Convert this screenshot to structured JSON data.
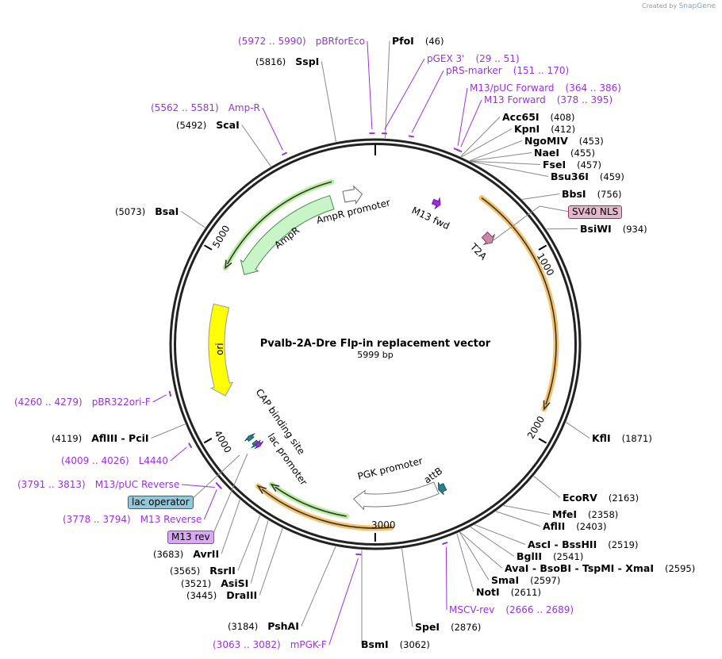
{
  "credit": {
    "prefix": "Created by",
    "brand": "SnapGene"
  },
  "map": {
    "title": "Pvalb-2A-Dre Flp-in replacement vector",
    "length_label": "5999 bp",
    "length": 5999
  },
  "ticks": [
    "1000",
    "2000",
    "3000",
    "4000",
    "5000"
  ],
  "enzymes": [
    {
      "name": "PfoI",
      "pos": "(46)",
      "bp": 46
    },
    {
      "name": "SspI",
      "pos": "(5816)",
      "bp": 5816
    },
    {
      "name": "ScaI",
      "pos": "(5492)",
      "bp": 5492
    },
    {
      "name": "BsaI",
      "pos": "(5073)",
      "bp": 5073
    },
    {
      "name": "Acc65I",
      "pos": "(408)",
      "bp": 408
    },
    {
      "name": "KpnI",
      "pos": "(412)",
      "bp": 412
    },
    {
      "name": "NgoMIV",
      "pos": "(453)",
      "bp": 453
    },
    {
      "name": "NaeI",
      "pos": "(455)",
      "bp": 455
    },
    {
      "name": "FseI",
      "pos": "(457)",
      "bp": 457
    },
    {
      "name": "Bsu36I",
      "pos": "(459)",
      "bp": 459
    },
    {
      "name": "BbsI",
      "pos": "(756)",
      "bp": 756
    },
    {
      "name": "BsiWI",
      "pos": "(934)",
      "bp": 934
    },
    {
      "name": "KflI",
      "pos": "(1871)",
      "bp": 1871
    },
    {
      "name": "EcoRV",
      "pos": "(2163)",
      "bp": 2163
    },
    {
      "name": "MfeI",
      "pos": "(2358)",
      "bp": 2358
    },
    {
      "name": "AflII",
      "pos": "(2403)",
      "bp": 2403
    },
    {
      "name": "AscI - BssHII",
      "pos": "(2519)",
      "bp": 2519
    },
    {
      "name": "BglII",
      "pos": "(2541)",
      "bp": 2541
    },
    {
      "name": "AvaI - BsoBI - TspMI - XmaI",
      "pos": "(2595)",
      "bp": 2595
    },
    {
      "name": "SmaI",
      "pos": "(2597)",
      "bp": 2597
    },
    {
      "name": "NotI",
      "pos": "(2611)",
      "bp": 2611
    },
    {
      "name": "SpeI",
      "pos": "(2876)",
      "bp": 2876
    },
    {
      "name": "BsmI",
      "pos": "(3062)",
      "bp": 3062
    },
    {
      "name": "PshAI",
      "pos": "(3184)",
      "bp": 3184
    },
    {
      "name": "DraIII",
      "pos": "(3445)",
      "bp": 3445
    },
    {
      "name": "AsiSI",
      "pos": "(3521)",
      "bp": 3521
    },
    {
      "name": "RsrII",
      "pos": "(3565)",
      "bp": 3565
    },
    {
      "name": "AvrII",
      "pos": "(3683)",
      "bp": 3683
    },
    {
      "name": "AflIII - PciI",
      "pos": "(4119)",
      "bp": 4119
    }
  ],
  "primers": [
    {
      "name": "pBRforEco",
      "range": "(5972 .. 5990)",
      "start": 5972,
      "end": 5990
    },
    {
      "name": "pGEX 3'",
      "range": "(29 .. 51)",
      "start": 29,
      "end": 51
    },
    {
      "name": "pRS-marker",
      "range": "(151 .. 170)",
      "start": 151,
      "end": 170
    },
    {
      "name": "M13/pUC Forward",
      "range": "(364 .. 386)",
      "start": 364,
      "end": 386
    },
    {
      "name": "M13 Forward",
      "range": "(378 .. 395)",
      "start": 378,
      "end": 395
    },
    {
      "name": "Amp-R",
      "range": "(5562 .. 5581)",
      "start": 5562,
      "end": 5581
    },
    {
      "name": "pBR322ori-F",
      "range": "(4260 .. 4279)",
      "start": 4260,
      "end": 4279
    },
    {
      "name": "L4440",
      "range": "(4009 .. 4026)",
      "start": 4009,
      "end": 4026
    },
    {
      "name": "M13/pUC Reverse",
      "range": "(3791 .. 3813)",
      "start": 3791,
      "end": 3813
    },
    {
      "name": "M13 Reverse",
      "range": "(3778 .. 3794)",
      "start": 3778,
      "end": 3794
    },
    {
      "name": "mPGK-F",
      "range": "(3063 .. 3082)",
      "start": 3063,
      "end": 3082
    },
    {
      "name": "MSCV-rev",
      "range": "(2666 .. 2689)",
      "start": 2666,
      "end": 2689
    }
  ],
  "features": {
    "ampr": "AmpR",
    "ampr_promoter": "AmpR promoter",
    "m13_fwd": "M13 fwd",
    "t2a": "T2A",
    "ori": "ori",
    "cap": "CAP binding site",
    "lac_promoter": "lac promoter",
    "pgk": "PGK promoter",
    "attb": "attB",
    "sv40": "SV40 NLS",
    "lac_operator": "lac operator",
    "m13_rev": "M13 rev"
  },
  "colors": {
    "primer": "#9b30e0",
    "orf": "#f5c26b",
    "ampr": "#c8f5c8",
    "ori": "#ffff00",
    "attb": "#2a7f8f"
  }
}
